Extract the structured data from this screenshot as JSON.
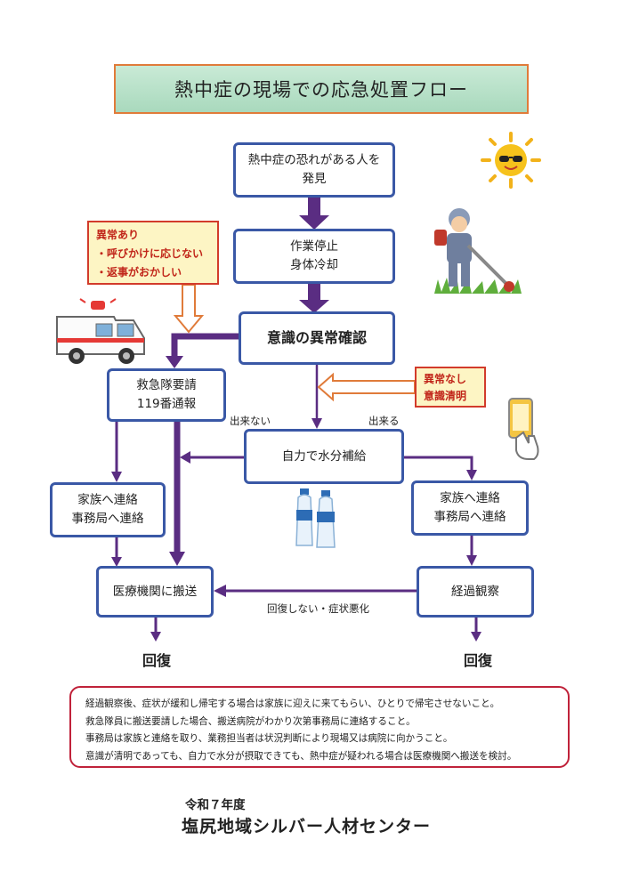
{
  "title": "熱中症の現場での応急処置フロー",
  "nodes": {
    "discover_l1": "熱中症の恐れがある人を",
    "discover_l2": "発見",
    "stop_l1": "作業停止",
    "stop_l2": "身体冷却",
    "check": "意識の異常確認",
    "call_l1": "救急隊要請",
    "call_l2": "119番通報",
    "water": "自力で水分補給",
    "contact_left_l1": "家族へ連絡",
    "contact_left_l2": "事務局へ連絡",
    "contact_right_l1": "家族へ連絡",
    "contact_right_l2": "事務局へ連絡",
    "hospital": "医療機関に搬送",
    "observe": "経過観察"
  },
  "warnings": {
    "abnormal_title": "異常あり",
    "abnormal_item1": "・呼びかけに応じない",
    "abnormal_item2": "・返事がおかしい",
    "normal_l1": "異常なし",
    "normal_l2": "意識清明"
  },
  "edge_labels": {
    "cannot": "出来ない",
    "can": "出来る",
    "worsen": "回復しない・症状悪化"
  },
  "results": {
    "left": "回復",
    "right": "回復"
  },
  "notes": [
    "経過観察後、症状が緩和し帰宅する場合は家族に迎えに来てもらい、ひとりで帰宅させないこと。",
    "救急隊員に搬送要請した場合、搬送病院がわかり次第事務局に連絡すること。",
    "事務局は家族と連絡を取り、業務担当者は状況判断により現場又は病院に向かうこと。",
    "意識が清明であっても、自力で水分が摂取できても、熱中症が疑われる場合は医療機関へ搬送を検討。"
  ],
  "footer": {
    "year": "令和７年度",
    "org": "塩尻地域シルバー人材センター"
  },
  "colors": {
    "arrow": "#5a2d82",
    "node_border": "#3a58a6",
    "warn_border": "#d23b2b",
    "warn_fill": "#fdf5c4",
    "title_border": "#e07b3a",
    "title_fill": "#b9e2c9",
    "notes_border": "#c0223a"
  },
  "icons": [
    "sun-icon",
    "ambulance-icon",
    "worker-icon",
    "smartphone-icon",
    "water-bottles-icon"
  ]
}
